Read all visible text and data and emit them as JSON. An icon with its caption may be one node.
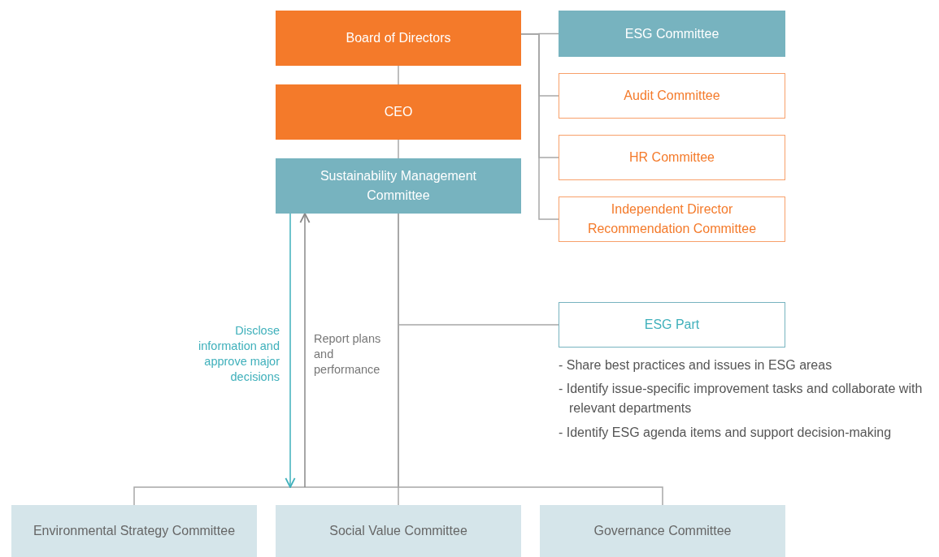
{
  "diagram": {
    "nodes": [
      {
        "text": [
          "Board of Directors"
        ]
      },
      {
        "text": [
          "CEO"
        ]
      },
      {
        "text": [
          "Sustainability Management Committee"
        ]
      },
      {
        "text": [
          "ESG Committee"
        ]
      },
      {
        "text": [
          "Audit Committee"
        ]
      },
      {
        "text": [
          "HR Committee"
        ]
      },
      {
        "text": [
          "Independent Director Recommendation Committee"
        ]
      },
      {
        "text": [
          "ESG Part"
        ],
        "beside": [
          "- Share best practices and issues in ESG areas",
          "- Identify issue-specific improvement tasks and collaborate with relevant departments",
          "- Identify ESG agenda items and support decision-making"
        ]
      },
      {
        "text": [
          "Environmental Strategy Committee"
        ]
      },
      {
        "text": [
          "Social Value Committee"
        ]
      },
      {
        "text": [
          "Governance Committee"
        ]
      }
    ],
    "edges": [
      {
        "from": 0,
        "to": 1,
        "arrow": "none"
      },
      {
        "from": 1,
        "to": 2,
        "arrow": "none"
      },
      {
        "from": 0,
        "to": 3,
        "arrow": "none"
      },
      {
        "from": 0,
        "to": 4,
        "arrow": "none"
      },
      {
        "from": 0,
        "to": 5,
        "arrow": "none"
      },
      {
        "from": 0,
        "to": 6,
        "arrow": "none"
      },
      {
        "from": 2,
        "to": 7,
        "arrow": "none"
      },
      {
        "from": 2,
        "to": 8,
        "arrow": "none"
      },
      {
        "from": 2,
        "to": 9,
        "arrow": "none"
      },
      {
        "from": 2,
        "to": 10,
        "arrow": "none"
      },
      {
        "from": 2,
        "to": 9,
        "arrow": "to",
        "label": "Disclose information and approve major decisions",
        "color": "#3fb0bb"
      },
      {
        "from": 9,
        "to": 2,
        "arrow": "to",
        "label": "Report plans and performance"
      }
    ]
  }
}
